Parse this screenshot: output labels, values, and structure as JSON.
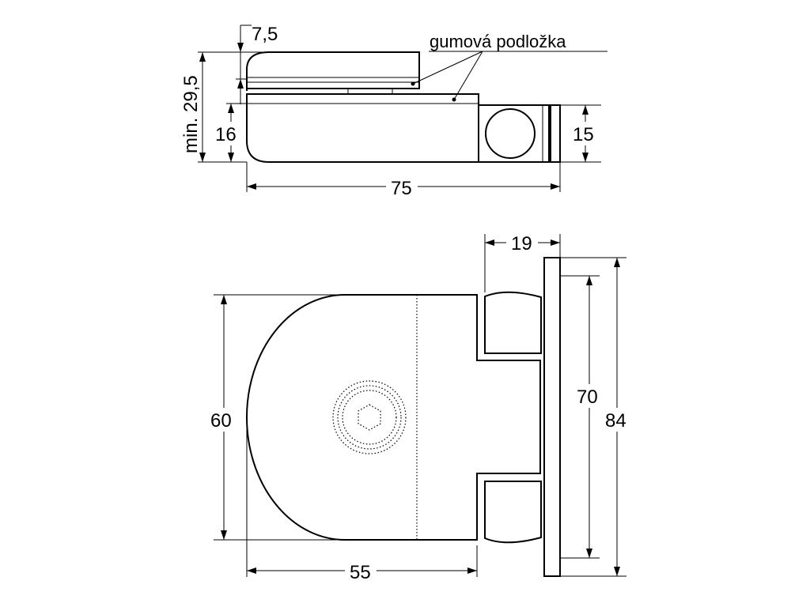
{
  "side_view": {
    "dimensions": {
      "lip": "7,5",
      "min_total": "min. 29,5",
      "base_height": "16",
      "overall_length": "75",
      "pin_height": "15"
    },
    "callout": "gumová podložka"
  },
  "top_view": {
    "dimensions": {
      "width": "60",
      "body_length": "55",
      "hinge_depth": "19",
      "inner_height": "70",
      "overall_height": "84"
    }
  }
}
